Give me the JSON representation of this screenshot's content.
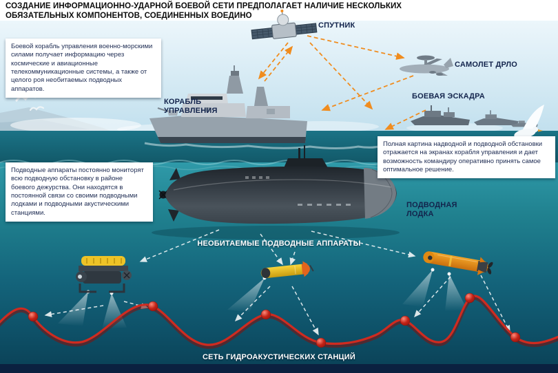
{
  "title": {
    "line1": "СОЗДАНИЕ ИНФОРМАЦИОННО-УДАРНОЙ БОЕВОЙ СЕТИ ПРЕДПОЛАГАЕТ НАЛИЧИЕ НЕСКОЛЬКИХ",
    "line2": "ОБЯЗАТЕЛЬНЫХ КОМПОНЕНТОВ, СОЕДИНЕННЫХ ВОЕДИНО"
  },
  "labels": {
    "satellite": "СПУТНИК",
    "awacs": "САМОЛЕТ ДРЛО",
    "squadron": "БОЕВАЯ ЭСКАДРА",
    "command_ship": "КОРАБЛЬ УПРАВЛЕНИЯ",
    "submarine": "ПОДВОДНАЯ ЛОДКА",
    "uuvs": "НЕОБИТАЕМЫЕ ПОДВОДНЫЕ АППАРАТЫ",
    "sonar_network": "СЕТЬ ГИДРОАКУСТИЧЕСКИХ СТАНЦИЙ"
  },
  "callouts": {
    "command_ship_info": "Боевой корабль управления военно-морскими силами получает информацию через космические и авиационные телекоммуникационные системы, а также от целого роя необитаемых подводных аппаратов.",
    "situation_info": "Полная картина надводной и подводной обстановки отражается на экранах корабля управления и дает возможность командиру оперативно принять самое оптимальное решение.",
    "uuv_info": "Подводные аппараты постоянно мониторят всю подводную обстановку в районе боевого дежурства. Они находятся в постоянной связи со своими подводными лодками и подводными акустическими станциями."
  },
  "colors": {
    "accent_orange": "#f08c1e",
    "cable_red": "#cf2b20",
    "deep_sea": "#0a4055",
    "label_navy": "#13244c"
  }
}
